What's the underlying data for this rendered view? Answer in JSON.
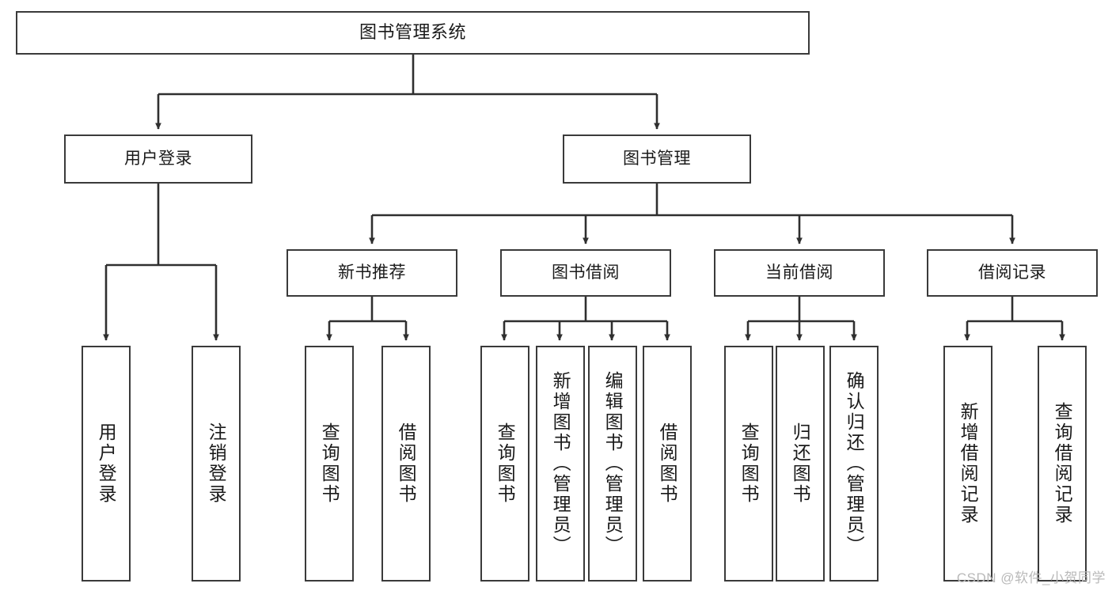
{
  "diagram": {
    "type": "tree",
    "title": "图书管理系统",
    "root": {
      "label": "图书管理系统"
    },
    "level1": [
      {
        "label": "用户登录"
      },
      {
        "label": "图书管理"
      }
    ],
    "level2": [
      {
        "label": "新书推荐"
      },
      {
        "label": "图书借阅"
      },
      {
        "label": "当前借阅"
      },
      {
        "label": "借阅记录"
      }
    ],
    "leaves": {
      "user_login": [
        {
          "label": "用户登录"
        },
        {
          "label": "注销登录"
        }
      ],
      "new_book_recommend": [
        {
          "label": "查询图书"
        },
        {
          "label": "借阅图书"
        }
      ],
      "book_borrow": [
        {
          "label": "查询图书"
        },
        {
          "label": "新增图书（管理员）"
        },
        {
          "label": "编辑图书（管理员）"
        },
        {
          "label": "借阅图书"
        }
      ],
      "current_borrow": [
        {
          "label": "查询图书"
        },
        {
          "label": "归还图书"
        },
        {
          "label": "确认归还（管理员）"
        }
      ],
      "borrow_record": [
        {
          "label": "新增借阅记录"
        },
        {
          "label": "查询借阅记录"
        }
      ]
    }
  },
  "watermark": {
    "text": "CSDN @软件_小贺同学"
  },
  "colors": {
    "stroke": "#3a3a3a",
    "background": "#ffffff",
    "text": "#1a1a1a",
    "watermark": "#b9b9b9"
  }
}
